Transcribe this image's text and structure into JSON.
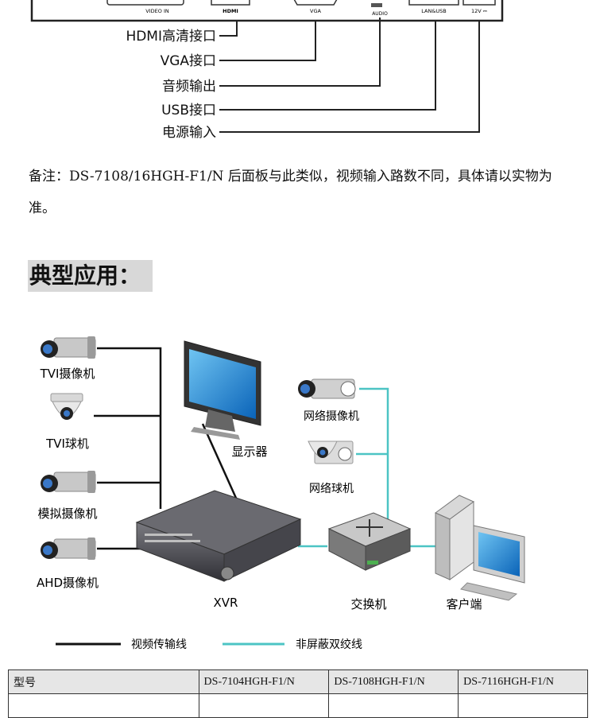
{
  "rear_panel": {
    "connector_labels": {
      "video_in": "VIDEO IN",
      "hdmi": "HDMI",
      "vga": "VGA",
      "audio": "AUDIO",
      "lan_usb": "LAN&USB",
      "power": "12V ⎓"
    },
    "callouts": [
      "HDMI高清接口",
      "VGA接口",
      "音频输出",
      "USB接口",
      "电源输入"
    ]
  },
  "note": "备注：DS-7108/16HGH-F1/N 后面板与此类似，视频输入路数不同，具体请以实物为准。",
  "section_title": "典型应用：",
  "diagram": {
    "left_devices": [
      "TVI摄像机",
      "TVI球机",
      "模拟摄像机",
      "AHD摄像机"
    ],
    "display": "显示器",
    "xvr": "XVR",
    "switch": "交换机",
    "client": "客户端",
    "net_camera": "网络摄像机",
    "net_dome": "网络球机",
    "legend": {
      "video_line": "视频传输线",
      "network_line": "非屏蔽双绞线"
    },
    "colors": {
      "video_line": "#111111",
      "network_line": "#4cc4c4"
    }
  },
  "spec_table": {
    "headers": [
      "型号",
      "DS-7104HGH-F1/N",
      "DS-7108HGH-F1/N",
      "DS-7116HGH-F1/N"
    ]
  }
}
